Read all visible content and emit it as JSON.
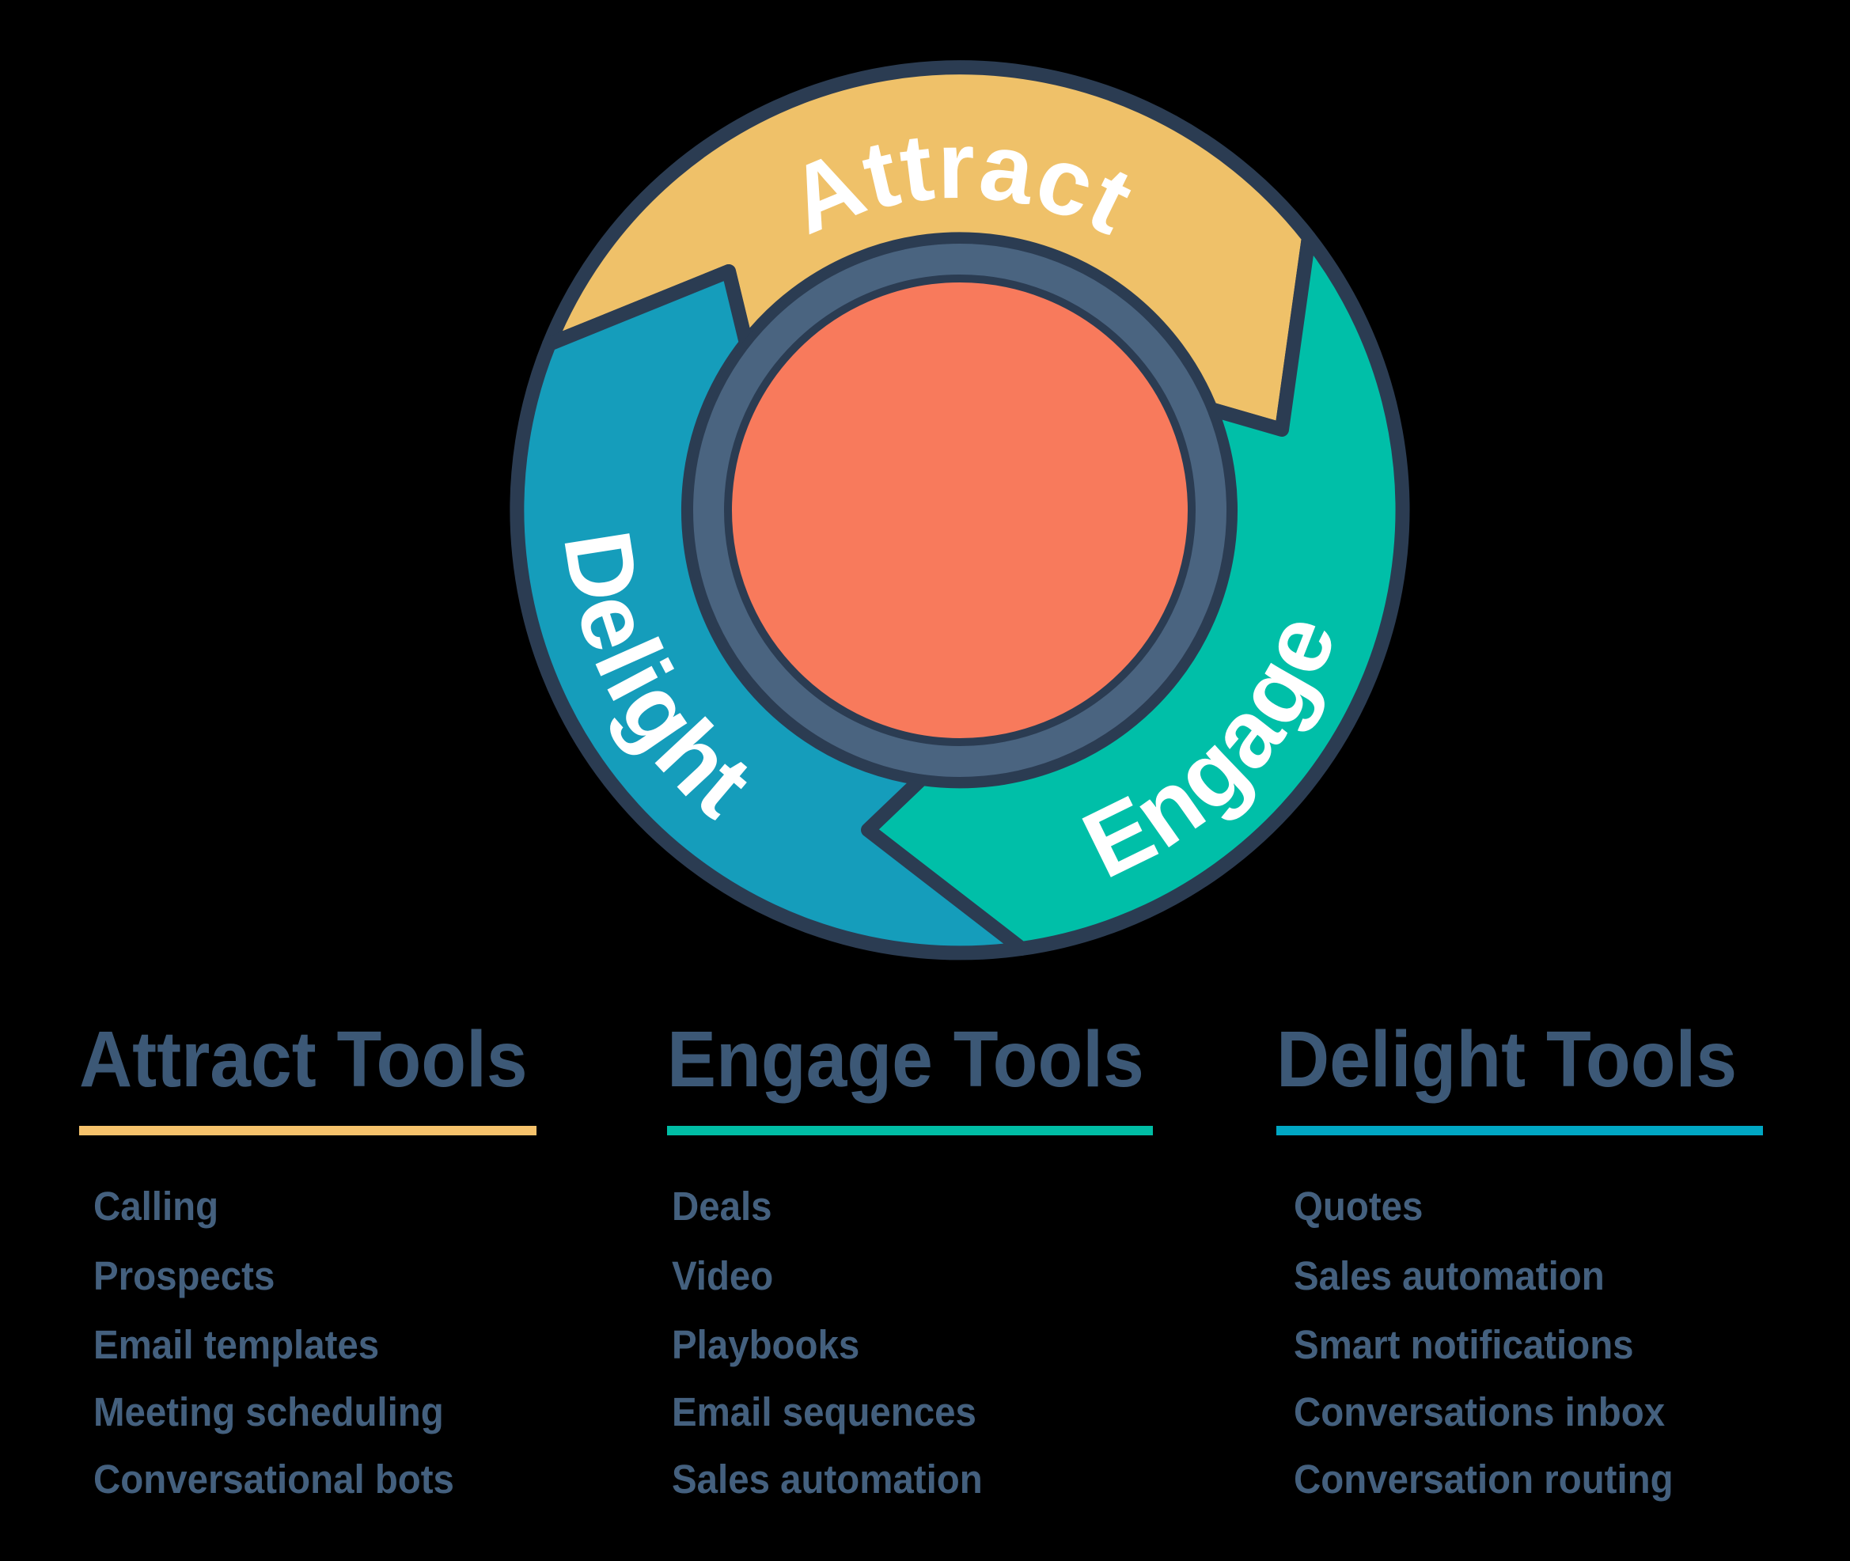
{
  "wheel": {
    "attract_label": "Attract",
    "engage_label": "Engage",
    "delight_label": "Delight"
  },
  "colors": {
    "background": "#000000",
    "attract_segment": "#EFC169",
    "engage_segment": "#00BFA8",
    "delight_segment": "#159DBB",
    "hub_ring": "#4A6480",
    "hub_core": "#F87A5C",
    "outline": "#2B3C52",
    "heading_text": "#3C5876",
    "item_text": "#44607E",
    "attract_accent": "#F6C26B",
    "engage_accent": "#00BDA5",
    "delight_accent": "#00A7C4"
  },
  "columns": [
    {
      "title": "Attract Tools",
      "accent": "#F6C26B",
      "items": [
        "Calling",
        "Prospects",
        "Email templates",
        "Meeting scheduling",
        "Conversational bots"
      ]
    },
    {
      "title": "Engage Tools",
      "accent": "#00BDA5",
      "items": [
        "Deals",
        "Video",
        "Playbooks",
        "Email sequences",
        "Sales automation"
      ]
    },
    {
      "title": "Delight Tools",
      "accent": "#00A7C4",
      "items": [
        "Quotes",
        "Sales automation",
        "Smart notifications",
        "Conversations inbox",
        "Conversation routing"
      ]
    }
  ]
}
